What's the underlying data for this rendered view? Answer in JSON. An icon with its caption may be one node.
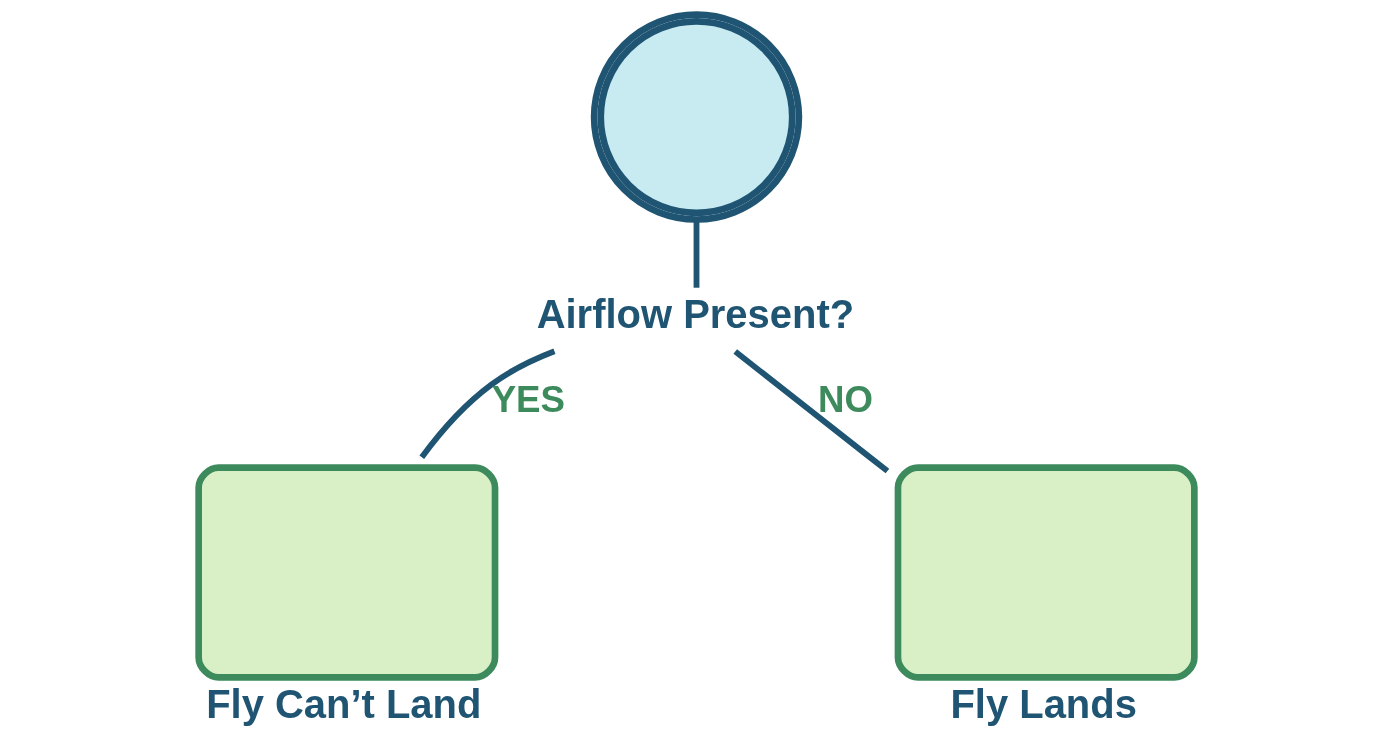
{
  "diagram": {
    "nodes": [
      {
        "text": [],
        "shape": "picture"
      },
      {
        "text": [
          "Airflow Present?"
        ]
      },
      {
        "text": [],
        "shape": "box",
        "beside": [
          "Fly Can’t Land"
        ]
      },
      {
        "text": [],
        "shape": "box",
        "beside": [
          "Fly Lands"
        ]
      }
    ],
    "edges": [
      {
        "from": 0,
        "to": 1,
        "arrow": "none"
      },
      {
        "from": 1,
        "to": 2,
        "arrow": "none",
        "label": "YES"
      },
      {
        "from": 1,
        "to": 3,
        "arrow": "none",
        "label": "NO"
      }
    ]
  }
}
